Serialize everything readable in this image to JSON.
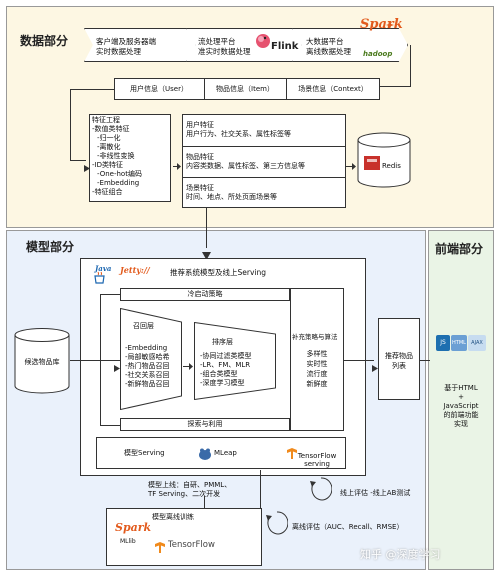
{
  "sections": {
    "data": "数据部分",
    "model": "模型部分",
    "frontend": "前端部分"
  },
  "pipeline": {
    "client": [
      "客户端及服务器端",
      "实时数据处理"
    ],
    "stream": [
      "流处理平台",
      "准实时数据处理"
    ],
    "stream_logo": "Flink",
    "bigdata": [
      "大数据平台",
      "离线数据处理"
    ],
    "bigdata_logo_top": "Spark",
    "bigdata_logo_bottom": "hadoop"
  },
  "info_bar": [
    "用户信息（User）",
    "物品信息（Item）",
    "场景信息（Context）"
  ],
  "feature_eng": {
    "lines": [
      "特征工程",
      "-数值类特征",
      "  -归一化",
      "  -离散化",
      "  -非线性变换",
      "-ID类特征",
      "  -One-hot编码",
      "  -Embedding",
      "-特征组合"
    ]
  },
  "features": {
    "user": [
      "用户特征",
      "用户行为、社交关系、属性标签等"
    ],
    "item": [
      "物品特征",
      "内容类数据、属性标签、第三方信息等"
    ],
    "scene": [
      "场景特征",
      "时间、地点、所处页面场景等"
    ]
  },
  "redis": "Redis",
  "model": {
    "header": "推荐系统模型及线上Serving",
    "java_logo": "Java",
    "jetty_logo": "Jetty://",
    "cold_start": "冷启动策略",
    "recall_title": "召回层",
    "recall_items": [
      "-Embedding",
      "-局部敏感哈希",
      "-热门物品召回",
      "-社交关系召回",
      "-新鲜物品召回"
    ],
    "rank_title": "排序层",
    "rank_items": [
      "-协同过滤类模型",
      "-LR、FM、MLR",
      "-组合类模型",
      "-深度学习模型"
    ],
    "explore": "探索与利用",
    "supplement_title": "补充策略与算法",
    "supplement_items": [
      "多样性",
      "实时性",
      "流行度",
      "新鲜度"
    ],
    "serving_label": "模型Serving",
    "mleap": "MLeap",
    "tensorflow_serving": [
      "TensorFlow",
      "serving"
    ],
    "online_deploy": [
      "模型上线：自研、PMML、",
      "TF Serving、二次开发"
    ],
    "offline_train_title": "模型离线训练",
    "spark_mllib": [
      "Spark",
      "MLlib"
    ],
    "tensorflow": "TensorFlow",
    "online_eval": "线上评估 -线上AB测试",
    "offline_eval": "离线评估（AUC、Recall、RMSE）"
  },
  "candidate_db": "候选物品库",
  "result_list": [
    "推荐物品",
    "列表"
  ],
  "frontend": {
    "js_badge": "JS",
    "html_badge": "HTML",
    "ajax_badge": "AJAX",
    "desc": [
      "基于HTML",
      "+",
      "JavaScript",
      "的前端功能",
      "实现"
    ]
  },
  "watermark": "知乎 @深度学习"
}
